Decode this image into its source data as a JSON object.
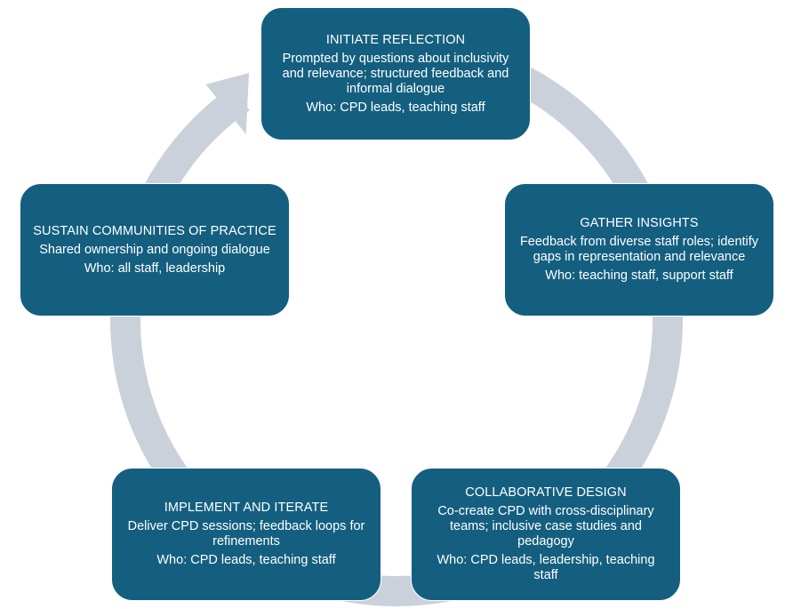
{
  "colors": {
    "box_fill": "#145f7f",
    "box_text": "#ffffff",
    "ring": "#cbd1da",
    "background": "#ffffff"
  },
  "diagram": {
    "type": "cycle",
    "direction": "clockwise",
    "steps": [
      {
        "title": "INITIATE REFLECTION",
        "description": "Prompted by questions about inclusivity and relevance; structured feedback and informal dialogue",
        "who": "Who: CPD leads, teaching staff"
      },
      {
        "title": "GATHER INSIGHTS",
        "description": "Feedback from diverse staff roles; identify gaps in representation and relevance",
        "who": "Who: teaching staff, support staff"
      },
      {
        "title": "COLLABORATIVE DESIGN",
        "description": "Co-create CPD with cross-disciplinary teams; inclusive case studies and pedagogy",
        "who": "Who: CPD leads, leadership, teaching staff"
      },
      {
        "title": "IMPLEMENT AND ITERATE",
        "description": "Deliver CPD sessions; feedback loops for refinements",
        "who": "Who: CPD leads, teaching staff"
      },
      {
        "title": "SUSTAIN COMMUNITIES OF PRACTICE",
        "description": "Shared ownership and ongoing dialogue",
        "who": "Who: all staff, leadership"
      }
    ]
  }
}
